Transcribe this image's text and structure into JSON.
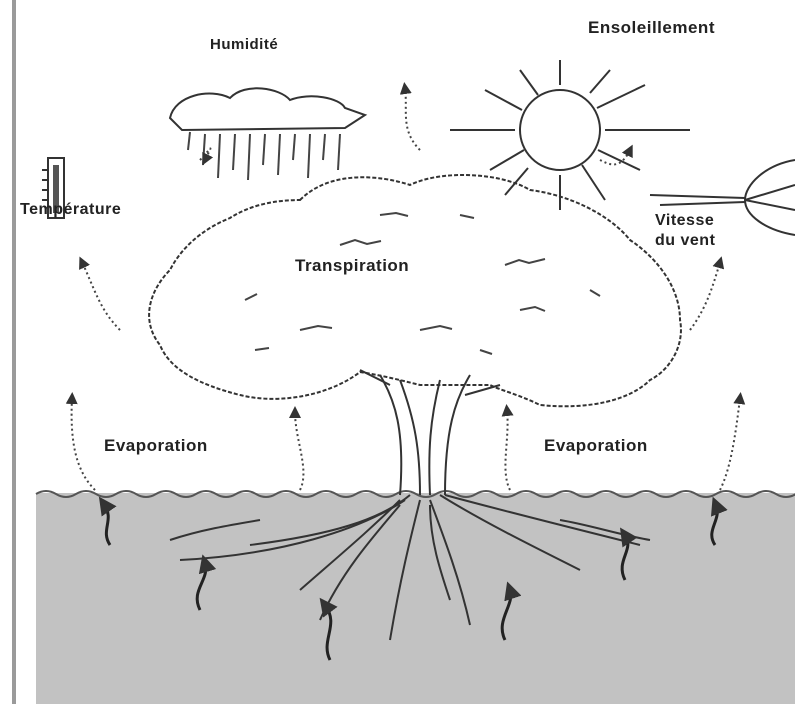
{
  "diagram": {
    "labels": {
      "humidity": "Humidité",
      "sunshine": "Ensoleillement",
      "temperature": "Température",
      "wind_speed_line1": "Vitesse",
      "wind_speed_line2": "du vent",
      "transpiration": "Transpiration",
      "evaporation_left": "Evaporation",
      "evaporation_right": "Evaporation"
    },
    "colors": {
      "soil": "#c2c2c2",
      "line": "#333333",
      "background": "#ffffff"
    },
    "icons": [
      "thermometer-icon",
      "cloud-icon",
      "sun-icon",
      "wind-gauge-icon",
      "tree-icon",
      "roots-icon"
    ]
  }
}
